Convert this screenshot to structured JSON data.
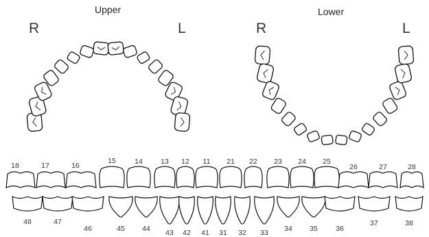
{
  "upper_arch": {
    "title": "Upper",
    "right_label": "R",
    "left_label": "L"
  },
  "lower_arch": {
    "title": "Lower",
    "right_label": "R",
    "left_label": "L"
  },
  "upper_row": {
    "tooth_numbers": [
      "18",
      "17",
      "16",
      "15",
      "14",
      "13",
      "12",
      "11",
      "21",
      "22",
      "23",
      "24",
      "25",
      "26",
      "27",
      "28"
    ]
  },
  "lower_row": {
    "tooth_numbers": [
      "48",
      "47",
      "46",
      "45",
      "44",
      "43",
      "42",
      "41",
      "31",
      "32",
      "33",
      "34",
      "35",
      "36",
      "37",
      "38"
    ]
  }
}
